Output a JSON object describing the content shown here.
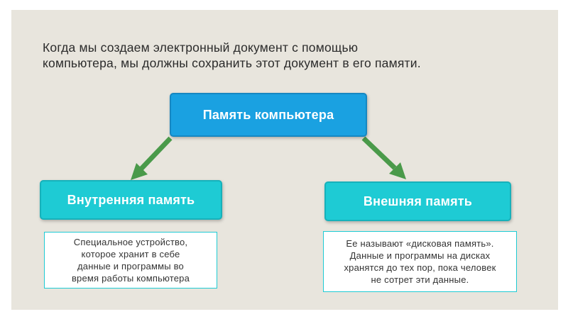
{
  "intro": {
    "line1": "Когда мы создаем электронный документ с помощью",
    "line2": "компьютера, мы должны сохранить этот документ в его памяти."
  },
  "root": {
    "label": "Память компьютера"
  },
  "left": {
    "label": "Внутренняя память",
    "desc": [
      "Специальное устройство,",
      "которое хранит в себе",
      "данные и программы во",
      "время работы компьютера"
    ]
  },
  "right": {
    "label": "Внешняя память",
    "desc": [
      "Ее называют «дисковая память».",
      "Данные и программы на дисках",
      "хранятся до тех пор, пока человек",
      "не сотрет эти данные."
    ]
  },
  "colors": {
    "root_fill": "#1aa1e1",
    "child_fill": "#1ecbd4",
    "arrow": "#4a9a4a",
    "background": "#e8e5dd"
  }
}
